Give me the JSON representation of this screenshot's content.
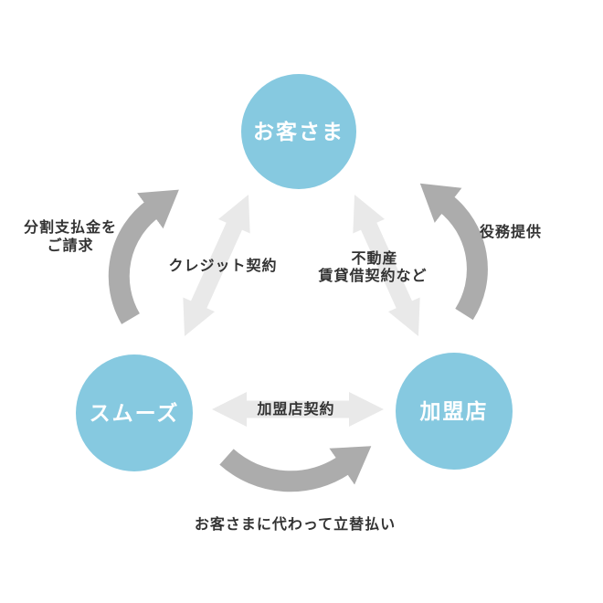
{
  "diagram": {
    "nodes": {
      "customer": {
        "label": "お客さま"
      },
      "smooz": {
        "label": "スムーズ"
      },
      "merchant": {
        "label": "加盟店"
      }
    },
    "labels": {
      "billing_line1": "分割支払金を",
      "billing_line2": "ご請求",
      "credit_contract": "クレジット契約",
      "real_estate_line1": "不動産",
      "real_estate_line2": "賃貸借契約など",
      "service_provision": "役務提供",
      "merchant_contract": "加盟店契約",
      "advance_payment": "お客さまに代わって立替払い"
    },
    "colors": {
      "circle_fill": "#86c9e0",
      "dark_arrow": "#acacac",
      "light_arrow": "#e9e9e9",
      "label_text": "#333333",
      "circle_text": "#ffffff"
    }
  }
}
